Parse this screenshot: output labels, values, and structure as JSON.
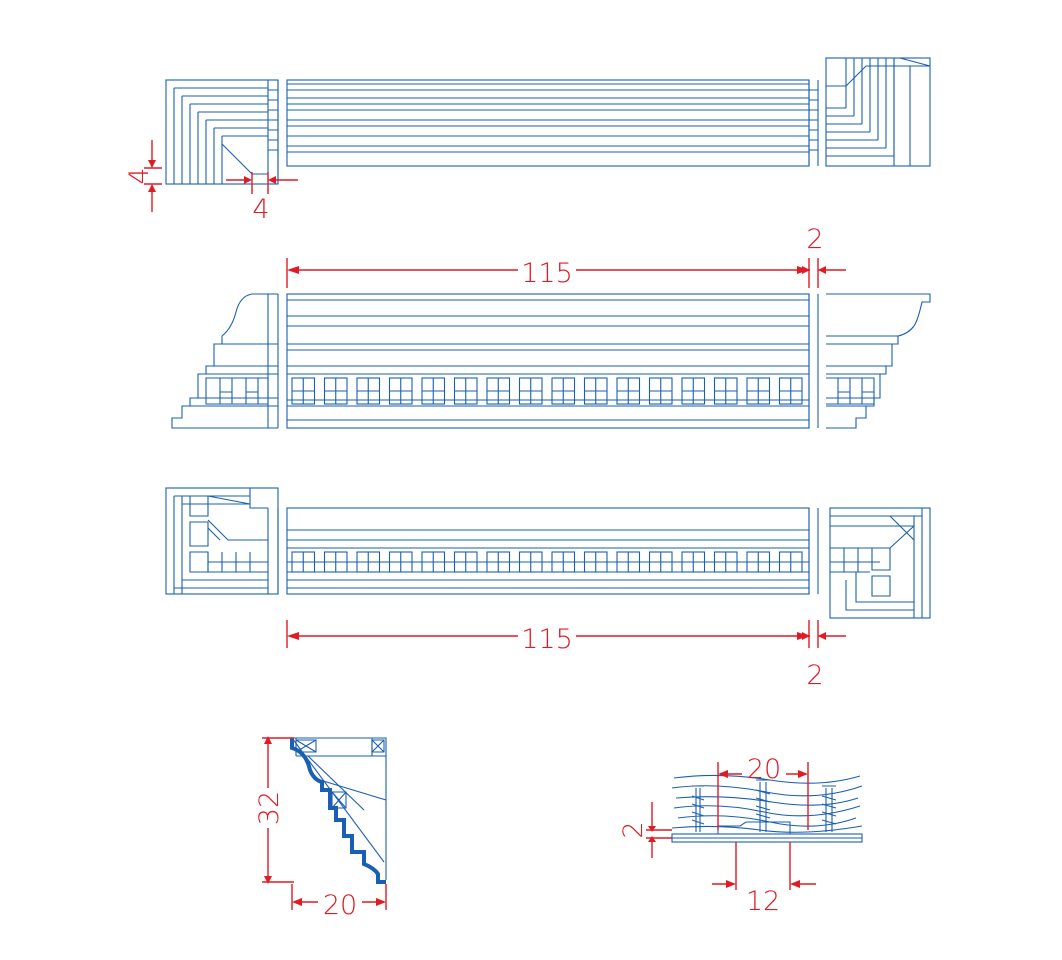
{
  "colors": {
    "outline": "#1a5fb4",
    "dimension": "#e01b24",
    "background": "#ffffff"
  },
  "dimensions": {
    "top_view_corner_gap_vertical": "4",
    "top_view_corner_gap_horizontal": "4",
    "front_view_length": "115",
    "front_view_joint_gap": "2",
    "bottom_view_length": "115",
    "bottom_view_joint_gap": "2",
    "profile_height": "32",
    "profile_depth": "20",
    "mount_screw_spacing": "20",
    "mount_plate_thickness": "2",
    "mount_plate_width": "12"
  }
}
